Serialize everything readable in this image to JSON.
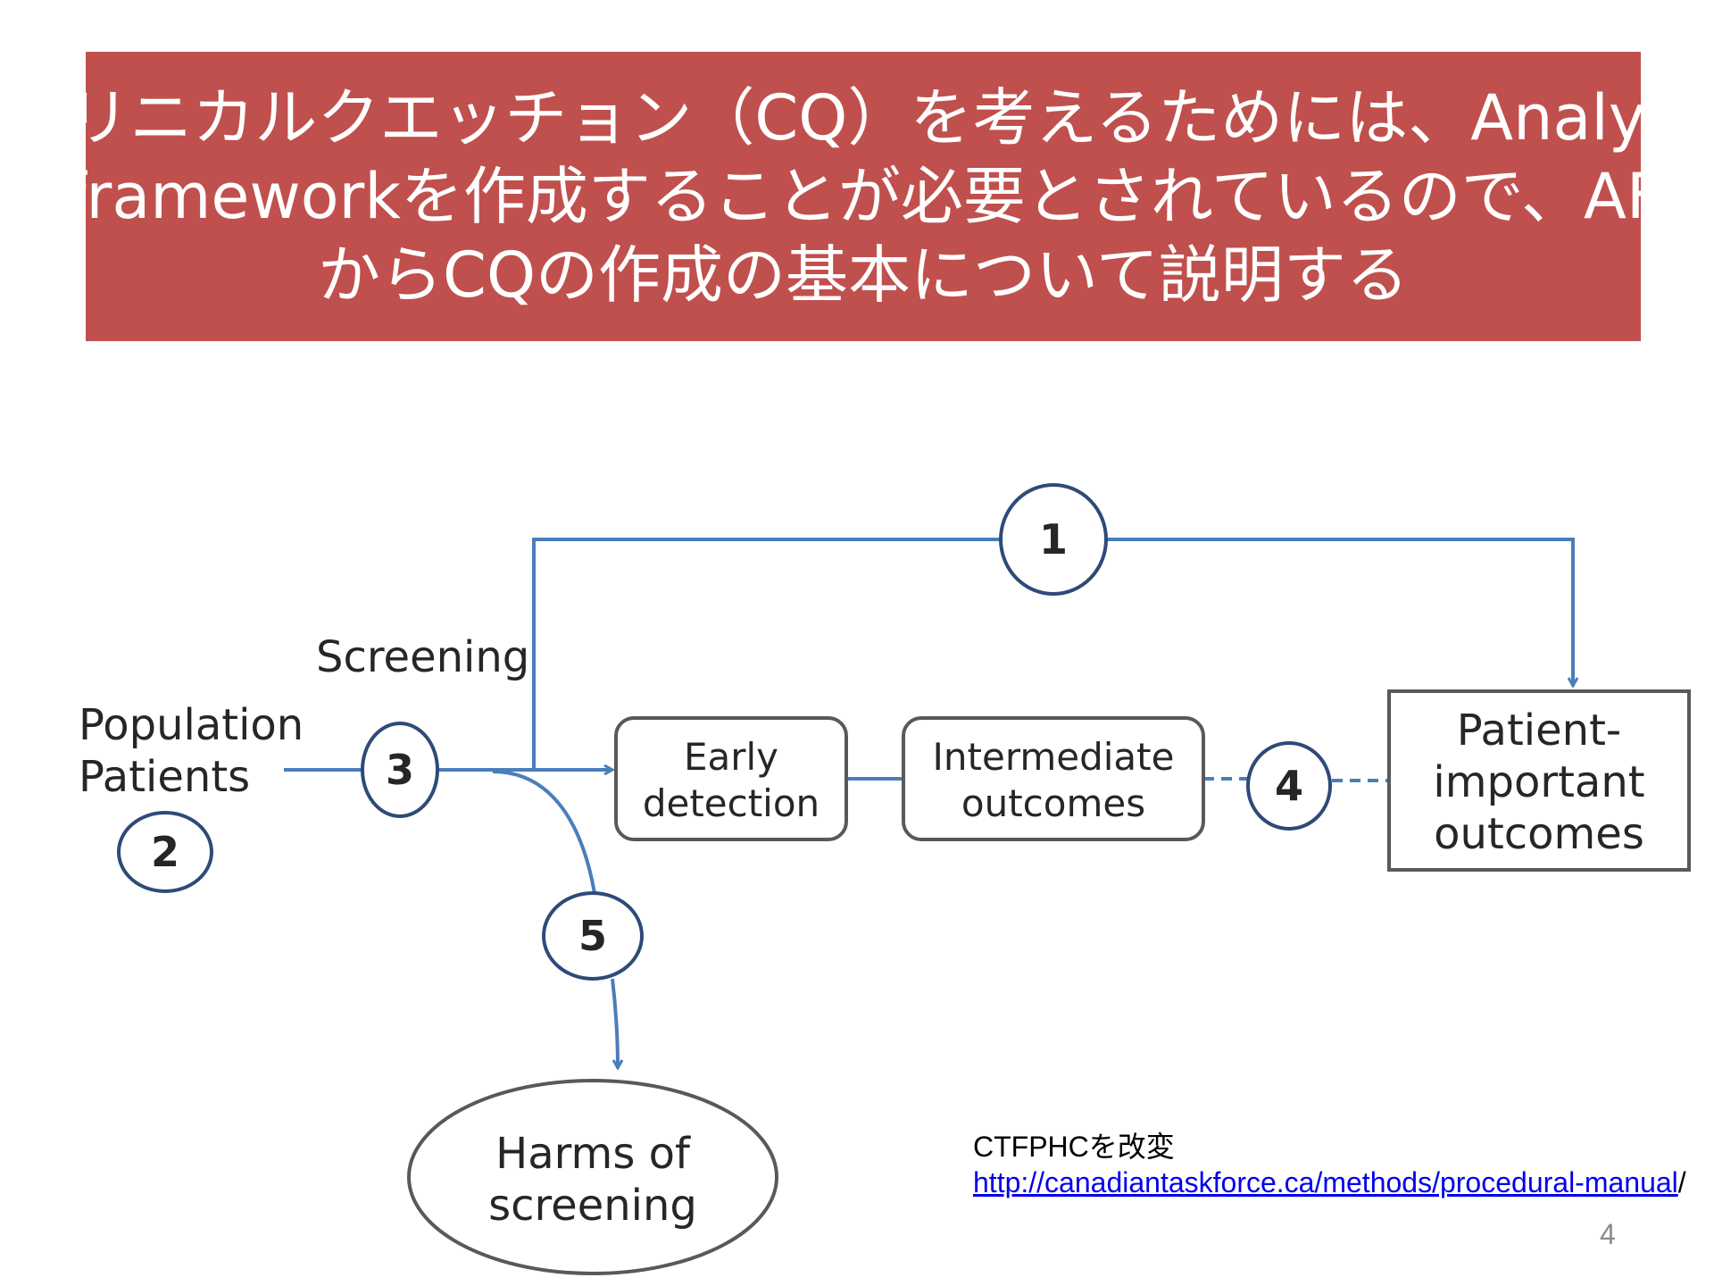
{
  "title": {
    "lines": [
      "クリニカルクエッチョン（CQ）を考えるためには、Analytic",
      "frameworkを作成することが必要とされているので、AF",
      "からCQの作成の基本について説明する"
    ]
  },
  "diagram": {
    "population_label": "Population",
    "patients_label": "Patients",
    "screening_label": "Screening",
    "nodes": {
      "early_detection": [
        "Early",
        "detection"
      ],
      "intermediate_outcomes": [
        "Intermediate",
        "outcomes"
      ],
      "patient_important_outcomes": [
        "Patient-",
        "important",
        "outcomes"
      ],
      "harms_of_screening": [
        "Harms of",
        "screening"
      ]
    },
    "circle_numbers": [
      "1",
      "2",
      "3",
      "4",
      "5"
    ]
  },
  "citation": {
    "source": "CTFPHCを改変",
    "link_text": "http://canadiantaskforce.ca/methods/procedural-manual",
    "trailing": "/"
  },
  "page_number": "4",
  "colors": {
    "banner": "#c0504d",
    "line": "#4a7ebb",
    "circle_border": "#2e4a78",
    "box_border": "#595959"
  }
}
